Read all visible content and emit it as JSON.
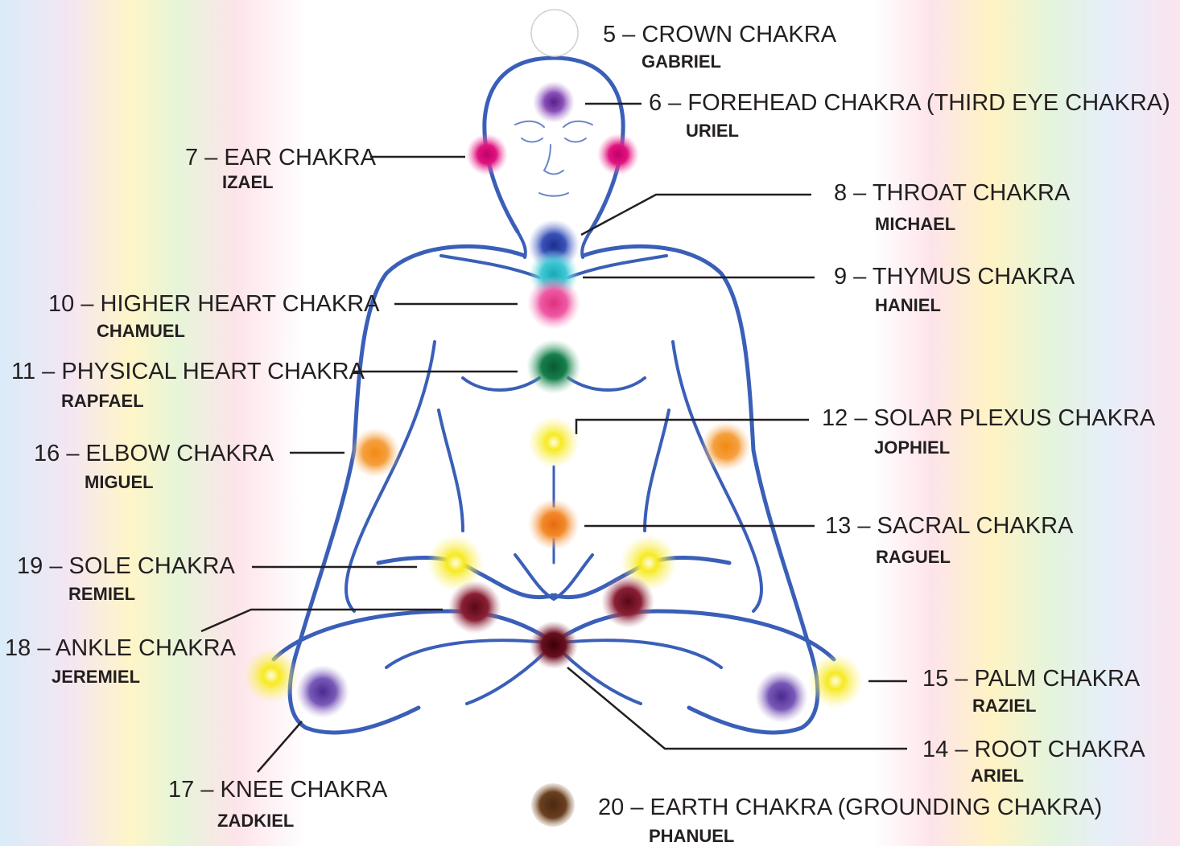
{
  "chakras": [
    {
      "id": "c5",
      "title": "5 – CROWN CHAKRA",
      "angel": "GABRIEL"
    },
    {
      "id": "c6",
      "title": "6 – FOREHEAD CHAKRA (THIRD EYE CHAKRA)",
      "angel": "URIEL"
    },
    {
      "id": "c7",
      "title": "7 – EAR CHAKRA",
      "angel": "IZAEL"
    },
    {
      "id": "c8",
      "title": "8 – THROAT CHAKRA",
      "angel": "MICHAEL"
    },
    {
      "id": "c9",
      "title": "9 – THYMUS CHAKRA",
      "angel": "HANIEL"
    },
    {
      "id": "c10",
      "title": "10 – HIGHER HEART CHAKRA",
      "angel": "CHAMUEL"
    },
    {
      "id": "c11",
      "title": "11 – PHYSICAL HEART CHAKRA",
      "angel": "RAPFAEL"
    },
    {
      "id": "c12",
      "title": "12 – SOLAR PLEXUS CHAKRA",
      "angel": "JOPHIEL"
    },
    {
      "id": "c13",
      "title": "13 – SACRAL CHAKRA",
      "angel": "RAGUEL"
    },
    {
      "id": "c14",
      "title": "14 – ROOT CHAKRA",
      "angel": "ARIEL"
    },
    {
      "id": "c15",
      "title": "15 – PALM CHAKRA",
      "angel": "RAZIEL"
    },
    {
      "id": "c16",
      "title": "16 – ELBOW CHAKRA",
      "angel": "MIGUEL"
    },
    {
      "id": "c17",
      "title": "17 – KNEE CHAKRA",
      "angel": "ZADKIEL"
    },
    {
      "id": "c18",
      "title": "18 – ANKLE CHAKRA",
      "angel": "JEREMIEL"
    },
    {
      "id": "c19",
      "title": "19 – SOLE CHAKRA",
      "angel": "REMIEL"
    },
    {
      "id": "c20",
      "title": "20 – EARTH CHAKRA (GROUNDING CHAKRA)",
      "angel": "PHANUEL"
    }
  ],
  "colors": {
    "outline": "#3a5fb8",
    "leader": "#231f20",
    "crown": "#ffffff",
    "forehead": "#7b3fa0",
    "ear": "#e0137f",
    "throat": "#2b3fa8",
    "thymus": "#35c3cf",
    "higher_heart": "#ea4a98",
    "heart": "#157a4a",
    "solar_plexus": "#f5e61a",
    "sacral": "#f07d1a",
    "root": "#5a0d14",
    "palm": "#f5e61a",
    "elbow": "#f39420",
    "knee": "#6a4aa8",
    "ankle": "#7a1a2a",
    "sole": "#f5e61a",
    "earth": "#5a3418"
  }
}
